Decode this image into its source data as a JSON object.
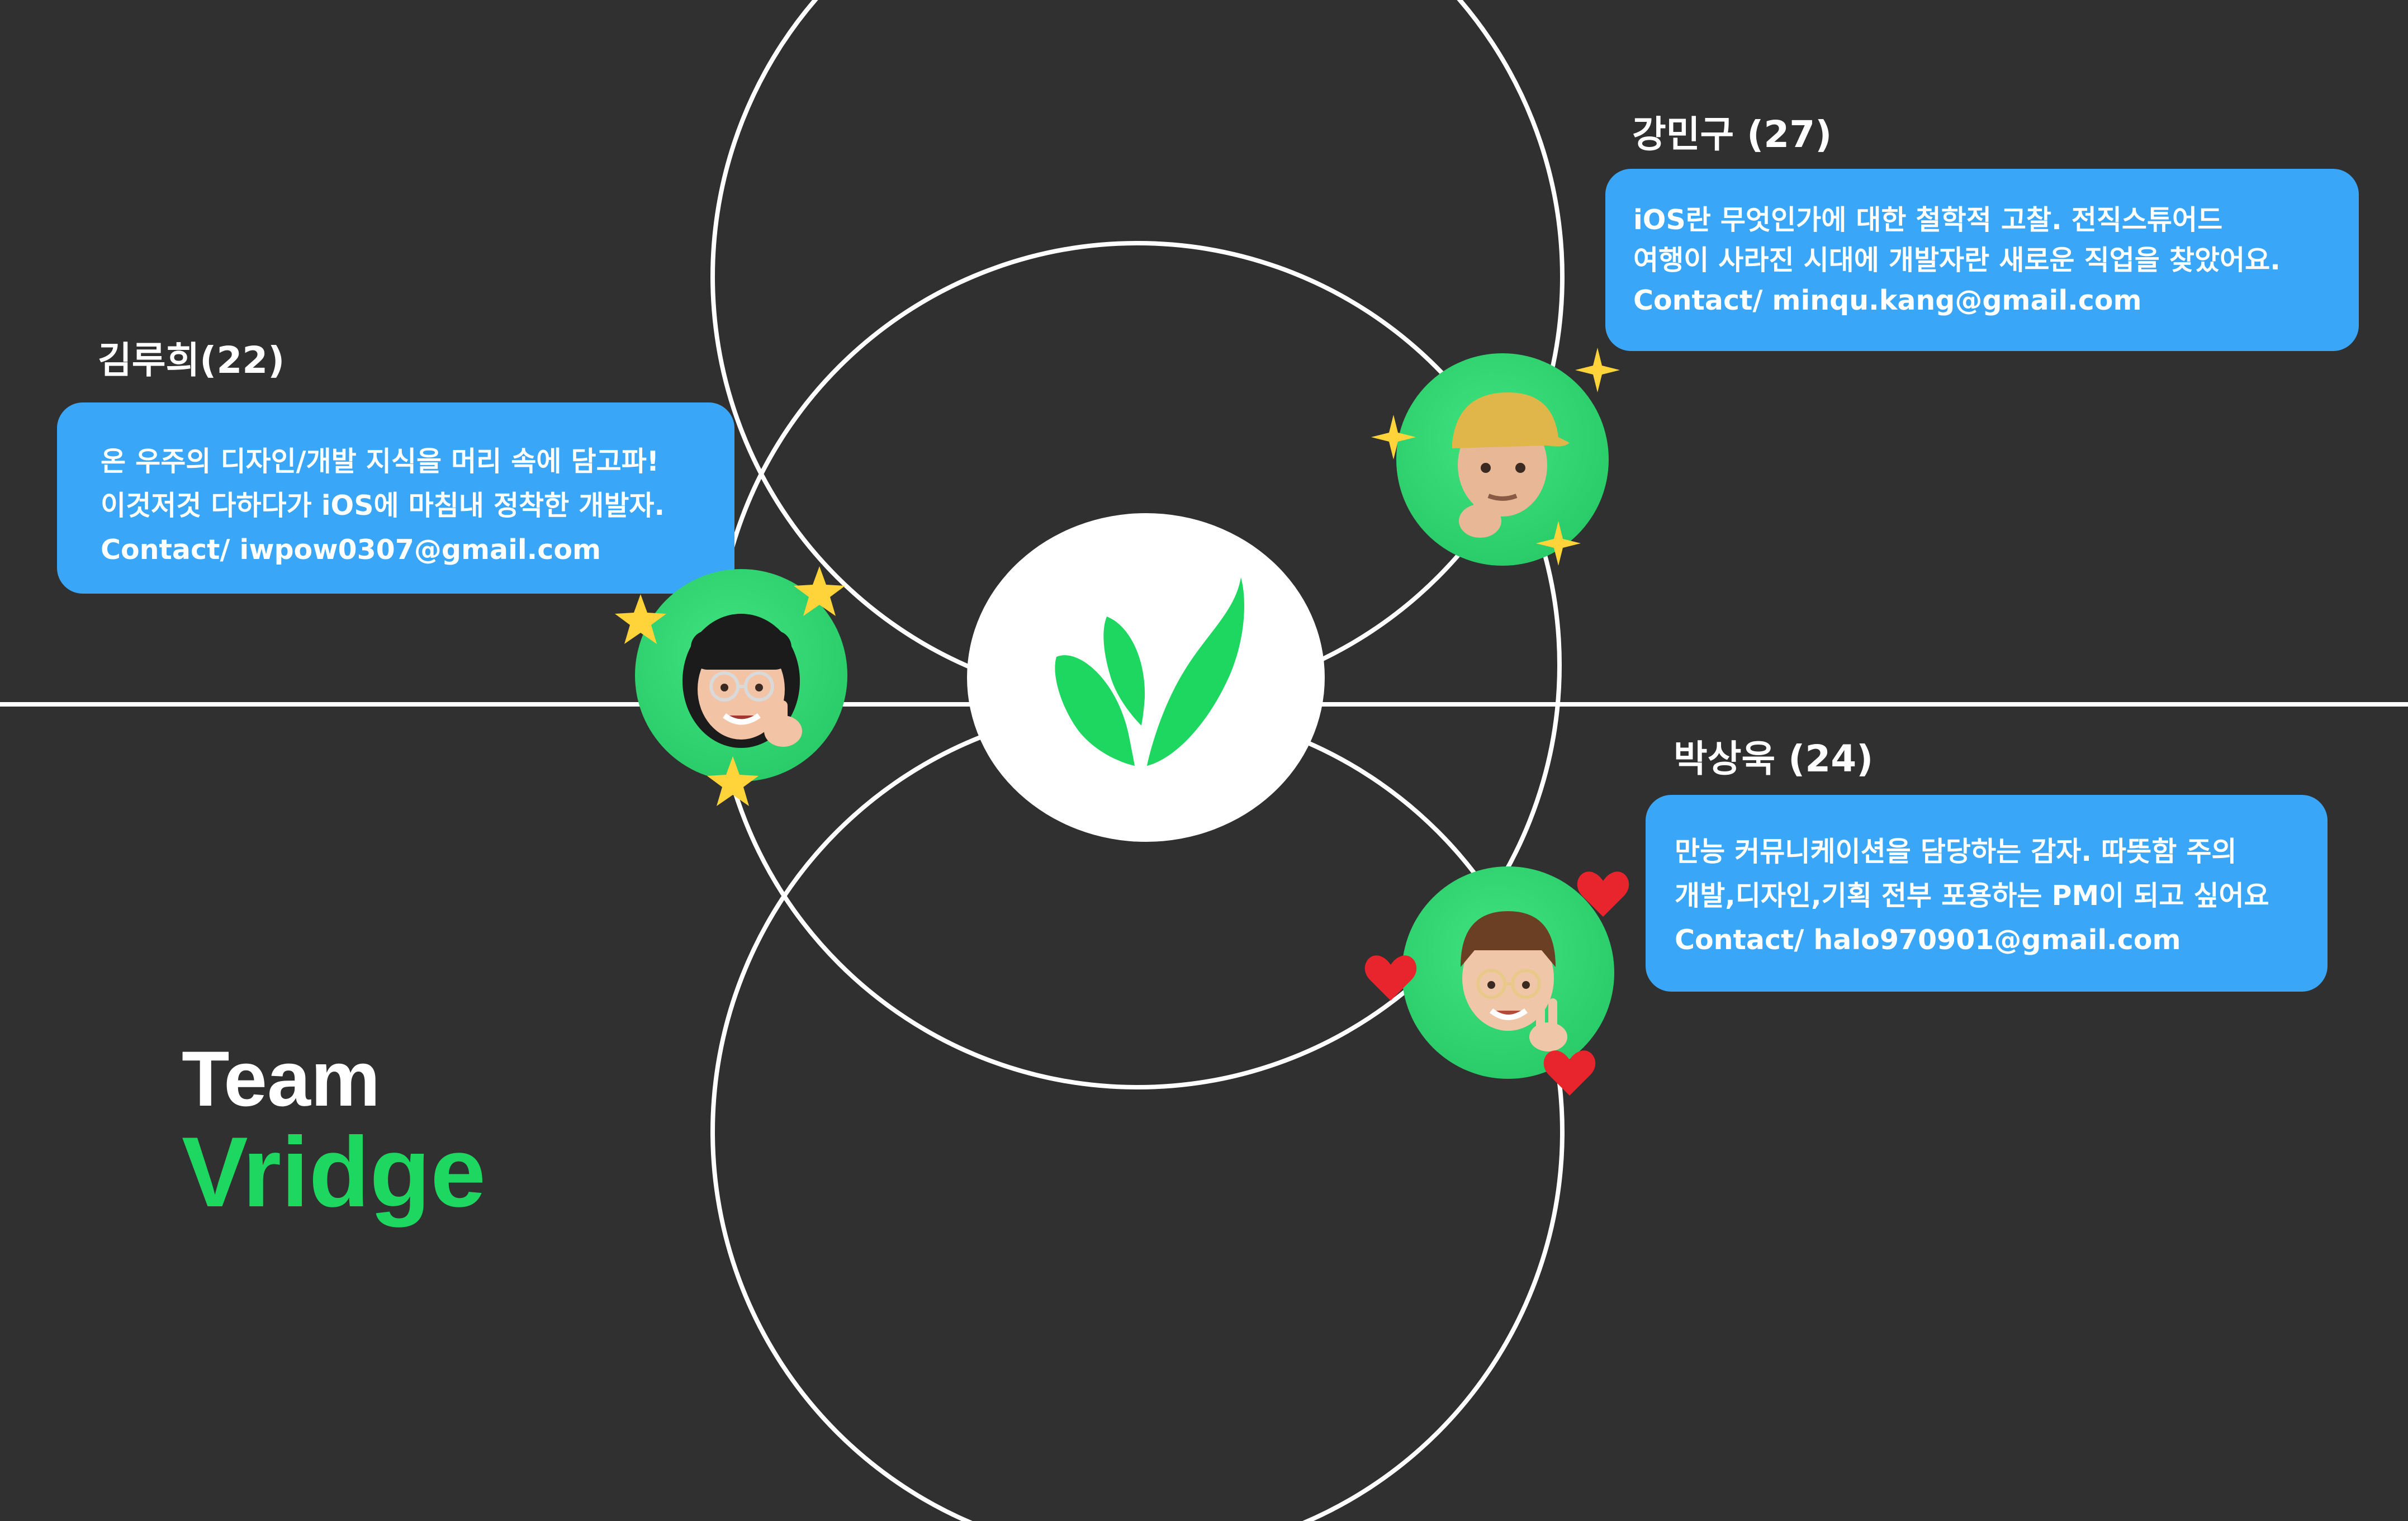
{
  "team": {
    "label": "Team",
    "brand": "Vridge"
  },
  "colors": {
    "background": "#303030",
    "accent": "#1ed760",
    "bubble": "#3aa6f7",
    "line": "#ffffff"
  },
  "members": [
    {
      "name": "김루희(22)",
      "lines": [
        "온 우주의 디자인/개발 지식을 머리 속에 담고파!",
        "이것저것 다하다가 iOS에 마침내 정착한 개발자.",
        "Contact/ iwpow0307@gmail.com"
      ],
      "avatar": "memoji-girl-glasses-icon"
    },
    {
      "name": "강민구 (27)",
      "lines": [
        "iOS란 무엇인가에 대한 철학적 고찰. 전직스튜어드",
        "여행이 사라진 시대에 개발자란 새로운 직업을 찾았어요.",
        "Contact/ minqu.kang@gmail.com"
      ],
      "avatar": "memoji-boy-cap-icon"
    },
    {
      "name": "박상욱 (24)",
      "lines": [
        "만능 커뮤니케이션을 담당하는 감자. 따뜻함 주의",
        "개발,디자인,기획 전부 포용하는 PM이 되고 싶어요",
        "Contact/ halo970901@gmail.com"
      ],
      "avatar": "memoji-boy-glasses-icon"
    }
  ]
}
